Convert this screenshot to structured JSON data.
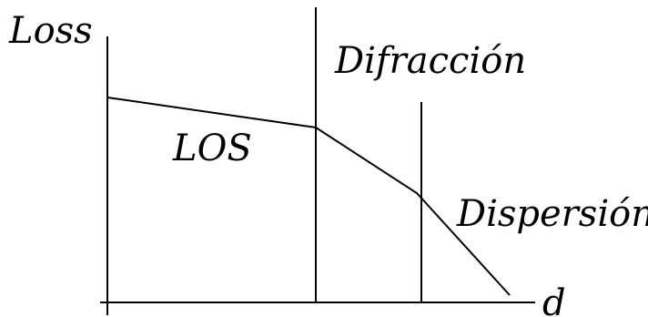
{
  "labels": {
    "y_axis": "Loss",
    "x_axis": "d",
    "los": "LOS",
    "diffraction": "Difracción",
    "dispersion": "Dispersión"
  },
  "colors": {
    "ink": "#000000",
    "background": "#ffffff"
  }
}
